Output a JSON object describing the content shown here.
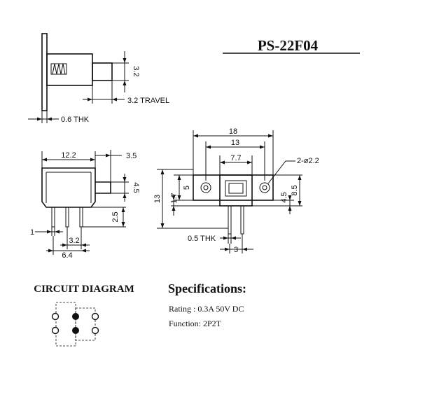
{
  "title": "PS-22F04",
  "side_view": {
    "height": "3.2",
    "travel": "3.2 TRAVEL",
    "plate_thickness": "0.6 THK"
  },
  "front_view": {
    "width": "12.2",
    "actuator_gap": "3.5",
    "actuator_height": "4.5",
    "pin_length": "2.5",
    "pin_width": "1",
    "pin_pitch": "3.2",
    "pin_span": "6.4"
  },
  "bracket_view": {
    "overall_width": "18",
    "hole_spacing": "13",
    "body_width": "7.7",
    "hole_callout": "2-ø2.2",
    "height": "13",
    "flange_height": "5",
    "offset": "1.7",
    "right_lower": "4.5",
    "right_height": "8.5",
    "thickness": "0.5 THK",
    "pin_spacing": "3"
  },
  "circuit": {
    "heading": "CIRCUIT DIAGRAM"
  },
  "specifications": {
    "heading": "Specifications:",
    "rating": "Rating : 0.3A 50V DC",
    "function": "Function: 2P2T"
  }
}
